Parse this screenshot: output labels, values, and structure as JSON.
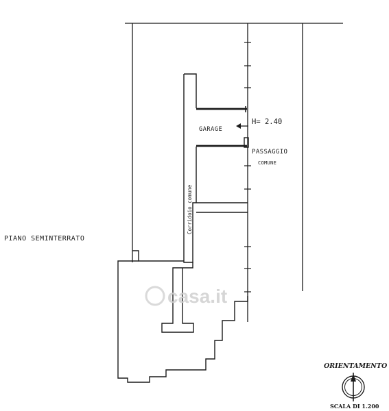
{
  "labels": {
    "level": "PIANO SEMINTERRATO",
    "garage": "GARAGE",
    "height": "H= 2.40",
    "passage": "PASSAGGIO",
    "common": "COMUNE",
    "corridor": "Corridoio comune",
    "orientation": "ORIENTAMENTO",
    "scale": "SCALA DI 1.200"
  },
  "watermark": "casa.it",
  "colors": {
    "ink": "#1b1b1b",
    "paper": "#ffffff",
    "watermark": "#cfcfcf"
  }
}
